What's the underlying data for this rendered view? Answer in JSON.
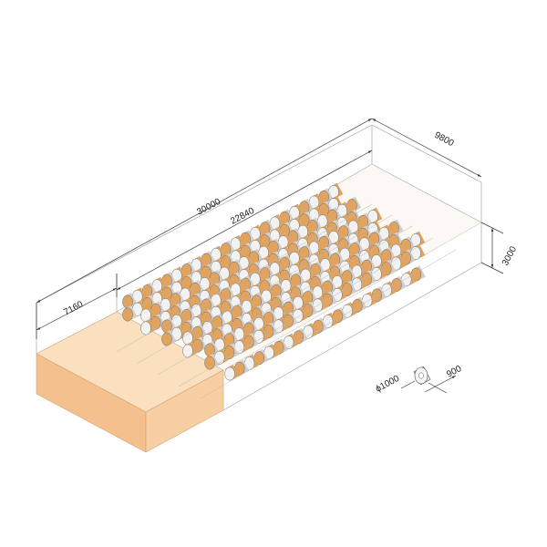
{
  "dimensions": {
    "total_length": "30000",
    "storage_length": "22840",
    "loading_length": "7160",
    "width": "9800",
    "height": "3000",
    "coil_diameter": "ϕ1000",
    "coil_width": "900"
  },
  "colors": {
    "coil_white": "#f2f2f2",
    "coil_orange": "#e0a460",
    "floor": "#fbe3c6",
    "box_side": "#f7c99a",
    "edge": "#9a9a9a"
  }
}
